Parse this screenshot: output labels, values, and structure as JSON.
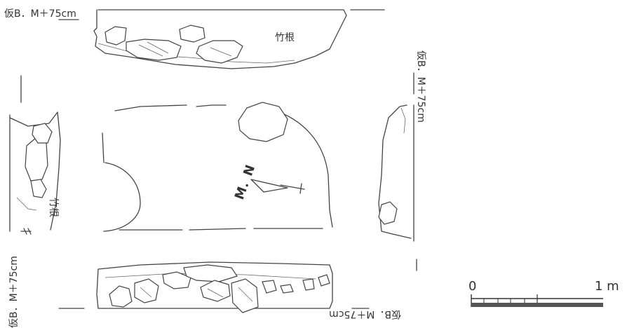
{
  "labels": {
    "bm_top": "仮B．M＋75cm",
    "bm_right": "仮B．M＋75cm",
    "bm_left": "仮B．M＋75cm",
    "bm_bottom": "仮B．M＋75cm",
    "bamboo_root_top": "竹根",
    "bamboo_root_left": "竹根",
    "north": "M．N"
  },
  "scale_bar": {
    "start_label": "0",
    "end_label": "1 m",
    "colors": {
      "bar_dark": "#555555",
      "line": "#333333"
    }
  }
}
